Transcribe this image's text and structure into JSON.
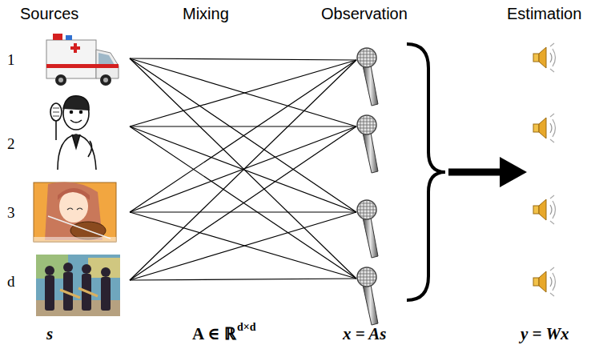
{
  "diagram": {
    "labels": [
      "Sources",
      "Mixing",
      "Observation",
      "Estimation",
      "1",
      "2",
      "3",
      "d",
      "s",
      "A ∈ ℝ",
      "d×d",
      "x = As",
      "y = Wx"
    ]
  }
}
